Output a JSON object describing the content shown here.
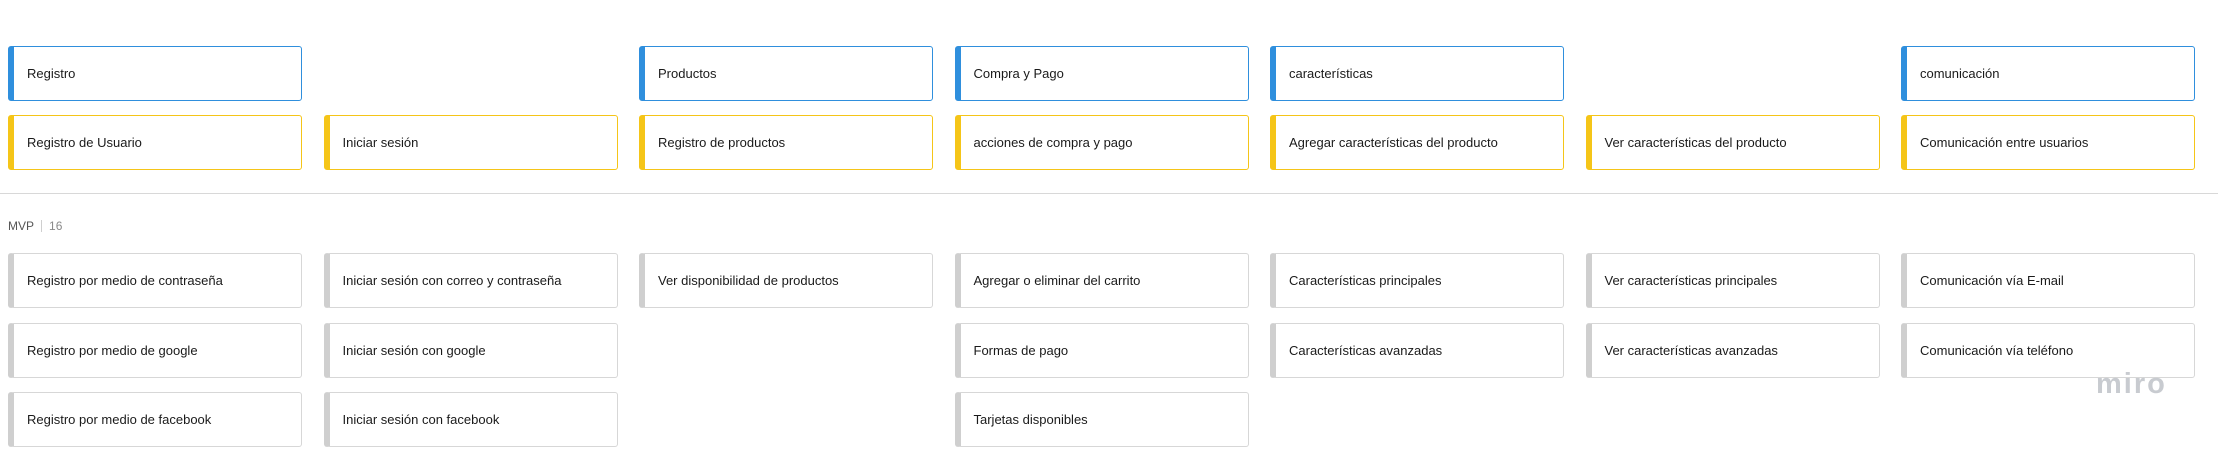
{
  "board": {
    "epics": [
      {
        "col": 0,
        "label": "Registro"
      },
      {
        "col": 2,
        "label": "Productos"
      },
      {
        "col": 3,
        "label": "Compra y Pago"
      },
      {
        "col": 4,
        "label": "características"
      },
      {
        "col": 6,
        "label": "comunicación"
      }
    ],
    "features": [
      {
        "col": 0,
        "label": "Registro de Usuario"
      },
      {
        "col": 1,
        "label": "Iniciar sesión"
      },
      {
        "col": 2,
        "label": "Registro de productos"
      },
      {
        "col": 3,
        "label": "acciones de compra y pago"
      },
      {
        "col": 4,
        "label": "Agregar características del producto"
      },
      {
        "col": 5,
        "label": "Ver características del producto"
      },
      {
        "col": 6,
        "label": "Comunicación entre usuarios"
      }
    ],
    "release": {
      "name": "MVP",
      "count": "16"
    },
    "stories": [
      {
        "col": 0,
        "row": 0,
        "label": "Registro por medio de contraseña"
      },
      {
        "col": 0,
        "row": 1,
        "label": "Registro por medio de google"
      },
      {
        "col": 0,
        "row": 2,
        "label": "Registro por medio de facebook"
      },
      {
        "col": 1,
        "row": 0,
        "label": "Iniciar sesión con correo y contraseña"
      },
      {
        "col": 1,
        "row": 1,
        "label": "Iniciar sesión con google"
      },
      {
        "col": 1,
        "row": 2,
        "label": "Iniciar sesión con facebook"
      },
      {
        "col": 2,
        "row": 0,
        "label": "Ver disponibilidad de productos"
      },
      {
        "col": 3,
        "row": 0,
        "label": "Agregar o eliminar del carrito"
      },
      {
        "col": 3,
        "row": 1,
        "label": "Formas de pago"
      },
      {
        "col": 3,
        "row": 2,
        "label": "Tarjetas disponibles"
      },
      {
        "col": 4,
        "row": 0,
        "label": "Características principales"
      },
      {
        "col": 4,
        "row": 1,
        "label": "Características avanzadas"
      },
      {
        "col": 5,
        "row": 0,
        "label": "Ver características principales"
      },
      {
        "col": 5,
        "row": 1,
        "label": "Ver características avanzadas"
      },
      {
        "col": 6,
        "row": 0,
        "label": "Comunicación vía E-mail"
      },
      {
        "col": 6,
        "row": 1,
        "label": "Comunicación vía teléfono"
      }
    ]
  },
  "logo": "miro",
  "colors": {
    "epic_accent": "#2f8fdd",
    "feature_accent": "#f5c518",
    "story_accent": "#cfcfcf"
  }
}
